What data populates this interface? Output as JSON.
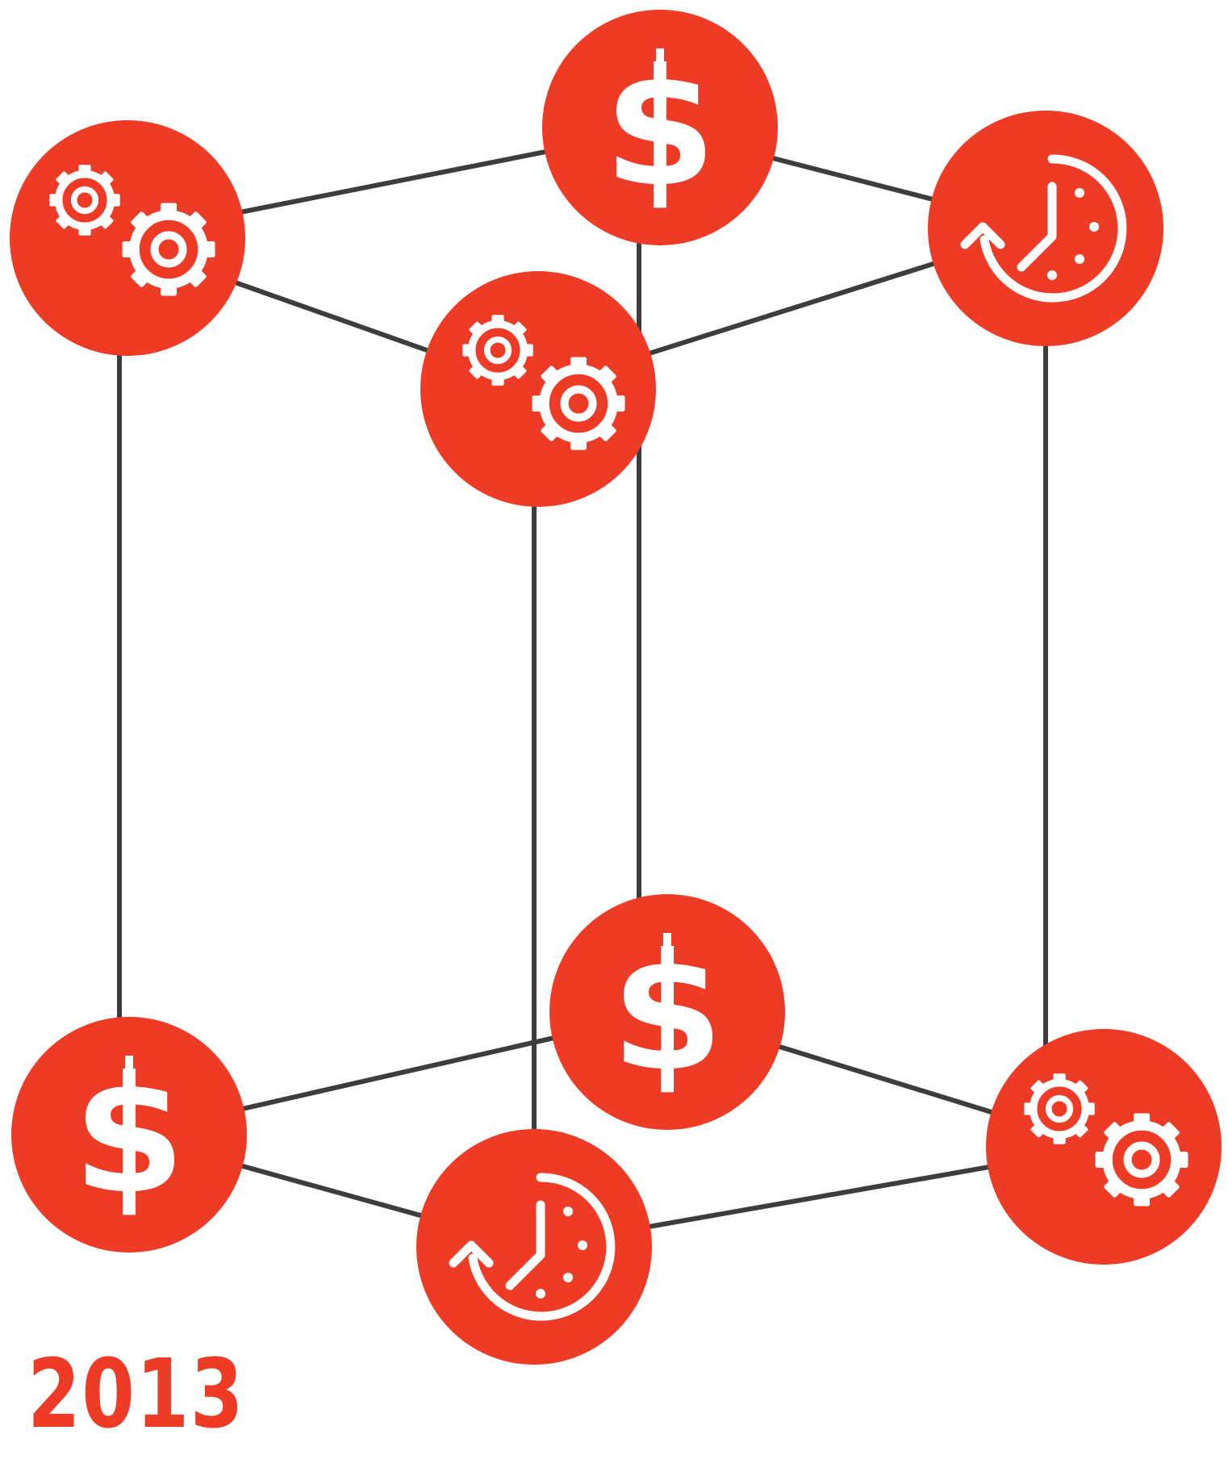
{
  "diagram": {
    "accent_color": "#ee3b26",
    "edge_color": "#3d3d3d",
    "nodes": [
      {
        "id": "top-back-left",
        "icon": "gears-icon"
      },
      {
        "id": "top-back-center",
        "icon": "dollar-icon",
        "glyph": "$"
      },
      {
        "id": "top-back-right",
        "icon": "clock-cycle-icon"
      },
      {
        "id": "top-front-center",
        "icon": "gears-icon"
      },
      {
        "id": "bottom-back-center",
        "icon": "dollar-icon",
        "glyph": "$"
      },
      {
        "id": "bottom-front-left",
        "icon": "dollar-icon",
        "glyph": "$"
      },
      {
        "id": "bottom-front-center",
        "icon": "clock-cycle-icon"
      },
      {
        "id": "bottom-back-right",
        "icon": "gears-icon"
      }
    ]
  },
  "footer": {
    "year": "2013",
    "year_color": "#ee3b26"
  }
}
